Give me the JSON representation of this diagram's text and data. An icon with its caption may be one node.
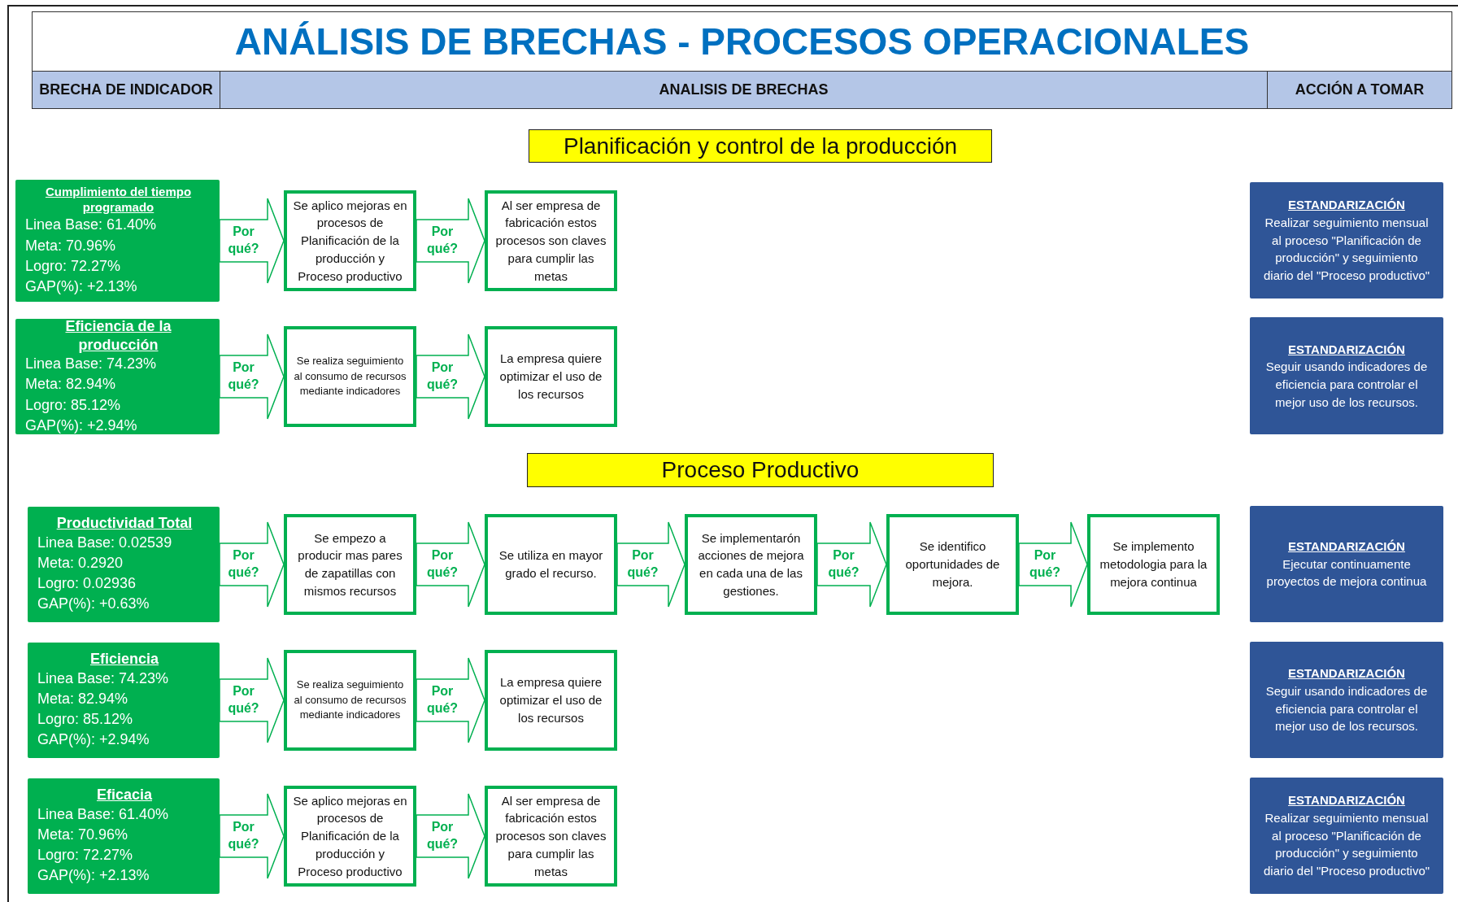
{
  "diagram": {
    "title": "ANÁLISIS DE BRECHAS - PROCESOS OPERACIONALES",
    "nodes": [
      {
        "text": [
          "Planificación y control de la producción"
        ]
      },
      {
        "text": [
          "Cumplimiento del tiempo programado",
          "Linea Base: 61.40%",
          "Meta: 70.96%",
          "Logro: 72.27%",
          "GAP(%): +2.13%"
        ]
      },
      {
        "text": [
          "Se aplico mejoras en procesos de Planificación de la producción y Proceso productivo"
        ]
      },
      {
        "text": [
          "Al ser empresa de fabricación estos procesos son claves para cumplir las metas"
        ]
      },
      {
        "text": [
          "ESTANDARIZACIÓN",
          "Realizar seguimiento mensual al proceso \"Planificación de producción\" y seguimiento diario del \"Proceso productivo\""
        ]
      },
      {
        "text": [
          "Eficiencia de la producción",
          "Linea Base: 74.23%",
          "Meta: 82.94%",
          "Logro: 85.12%",
          "GAP(%): +2.94%"
        ]
      },
      {
        "text": [
          "Se realiza seguimiento al consumo de recursos mediante indicadores"
        ]
      },
      {
        "text": [
          "La empresa quiere optimizar el uso de los recursos"
        ]
      },
      {
        "text": [
          "ESTANDARIZACIÓN",
          "Seguir usando indicadores de eficiencia para controlar el mejor uso de los recursos."
        ]
      },
      {
        "text": [
          "Proceso Productivo"
        ]
      },
      {
        "text": [
          "Productividad Total",
          "Linea Base: 0.02539",
          "Meta: 0.2920",
          "Logro: 0.02936",
          "GAP(%): +0.63%"
        ]
      },
      {
        "text": [
          "Se empezo a producir mas pares de zapatillas con mismos recursos"
        ]
      },
      {
        "text": [
          "Se utiliza en mayor grado el recurso."
        ]
      },
      {
        "text": [
          "Se implementarón acciones de mejora en cada una de las gestiones."
        ]
      },
      {
        "text": [
          "Se identifico oportunidades de mejora."
        ]
      },
      {
        "text": [
          "Se implemento metodologia para la mejora continua"
        ]
      },
      {
        "text": [
          "ESTANDARIZACIÓN",
          "Ejecutar continuamente proyectos de mejora continua"
        ]
      },
      {
        "text": [
          "Eficiencia",
          "Linea Base: 74.23%",
          "Meta: 82.94%",
          "Logro: 85.12%",
          "GAP(%): +2.94%"
        ]
      },
      {
        "text": [
          "Se realiza seguimiento al consumo de recursos mediante indicadores"
        ]
      },
      {
        "text": [
          "La empresa quiere optimizar el uso de los recursos"
        ]
      },
      {
        "text": [
          "ESTANDARIZACIÓN",
          "Seguir usando indicadores de eficiencia para controlar el mejor uso de los recursos."
        ]
      },
      {
        "text": [
          "Eficacia",
          "Linea Base: 61.40%",
          "Meta: 70.96%",
          "Logro: 72.27%",
          "GAP(%): +2.13%"
        ]
      },
      {
        "text": [
          "Se aplico mejoras en procesos de Planificación de la producción y Proceso productivo"
        ]
      },
      {
        "text": [
          "Al ser empresa de fabricación estos procesos son claves para cumplir las metas"
        ]
      },
      {
        "text": [
          "ESTANDARIZACIÓN",
          "Realizar seguimiento mensual al proceso \"Planificación de producción\" y seguimiento diario del \"Proceso productivo\""
        ]
      }
    ],
    "edges": [
      {
        "from": 1,
        "to": 2,
        "arrow": "to",
        "label": "Por qué?"
      },
      {
        "from": 2,
        "to": 3,
        "arrow": "to",
        "label": "Por qué?"
      },
      {
        "from": 5,
        "to": 6,
        "arrow": "to",
        "label": "Por qué?"
      },
      {
        "from": 6,
        "to": 7,
        "arrow": "to",
        "label": "Por qué?"
      },
      {
        "from": 10,
        "to": 11,
        "arrow": "to",
        "label": "Por qué?"
      },
      {
        "from": 11,
        "to": 12,
        "arrow": "to",
        "label": "Por qué?"
      },
      {
        "from": 12,
        "to": 13,
        "arrow": "to",
        "label": "Por qué?"
      },
      {
        "from": 13,
        "to": 14,
        "arrow": "to",
        "label": "Por qué?"
      },
      {
        "from": 14,
        "to": 15,
        "arrow": "to",
        "label": "Por qué?"
      },
      {
        "from": 17,
        "to": 18,
        "arrow": "to",
        "label": "Por qué?"
      },
      {
        "from": 18,
        "to": 19,
        "arrow": "to",
        "label": "Por qué?"
      },
      {
        "from": 21,
        "to": 22,
        "arrow": "to",
        "label": "Por qué?"
      },
      {
        "from": 22,
        "to": 23,
        "arrow": "to",
        "label": "Por qué?"
      }
    ],
    "labels": [
      "BRECHA DE INDICADOR",
      "ANALISIS DE BRECHAS",
      "ACCIÓN A TOMAR"
    ]
  }
}
